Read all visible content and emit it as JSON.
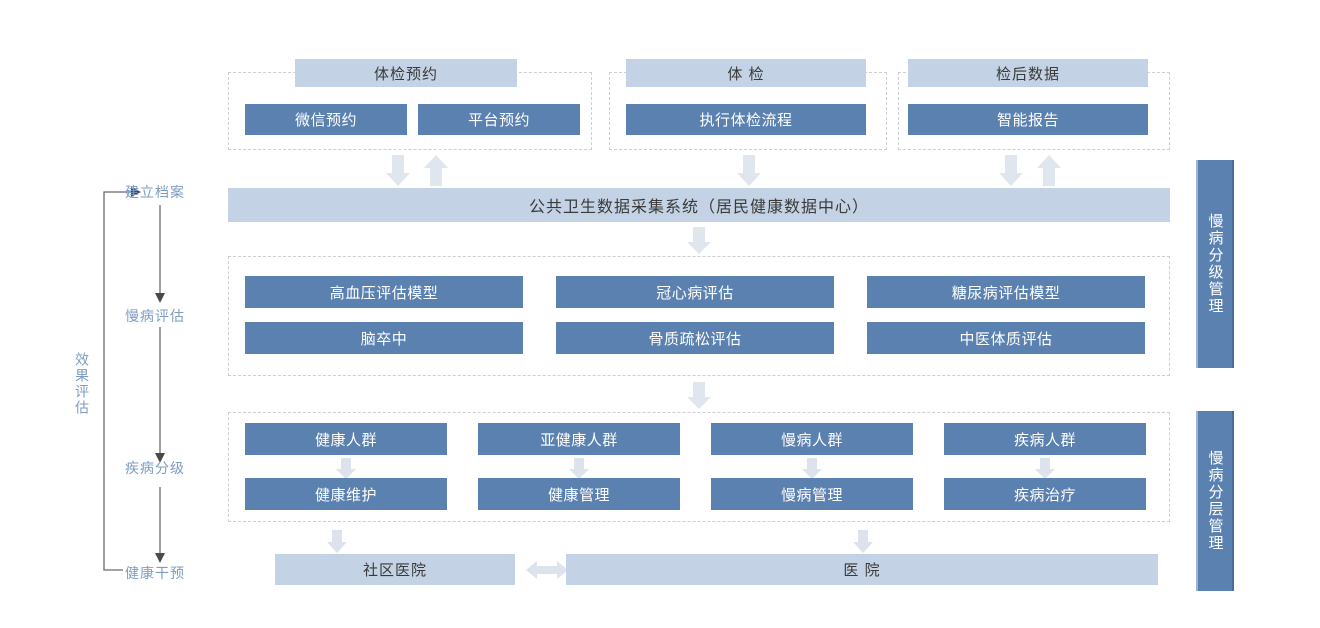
{
  "diagram": {
    "title_present": false,
    "colors": {
      "header_fill": "#c3d3e5",
      "box_fill": "#5b81b0",
      "rail_fill": "#5b81b0",
      "arrow_fill": "#e0e6ee",
      "dash_border": "#cfcfcf",
      "stage_label": "#7d9dc4",
      "line": "#6b6b6b"
    }
  },
  "top_sections": [
    {
      "header": "体检预约",
      "items": [
        "微信预约",
        "平台预约"
      ]
    },
    {
      "header": "体  检",
      "items": [
        "执行体检流程"
      ]
    },
    {
      "header": "检后数据",
      "items": [
        "智能报告"
      ]
    }
  ],
  "hub": {
    "label": "公共卫生数据采集系统（居民健康数据中心）"
  },
  "assessment": {
    "columns": [
      {
        "top": "高血压评估模型",
        "bottom": "脑卒中"
      },
      {
        "top": "冠心病评估",
        "bottom": "骨质疏松评估"
      },
      {
        "top": "糖尿病评估模型",
        "bottom": "中医体质评估"
      }
    ]
  },
  "stratification": {
    "columns": [
      {
        "group": "健康人群",
        "action": "健康维护"
      },
      {
        "group": "亚健康人群",
        "action": "健康管理"
      },
      {
        "group": "慢病人群",
        "action": "慢病管理"
      },
      {
        "group": "疾病人群",
        "action": "疾病治疗"
      }
    ]
  },
  "institutions": [
    {
      "label": "社区医院"
    },
    {
      "label": "医  院"
    }
  ],
  "left_rail": {
    "vertical_label": "效果评估",
    "stages": [
      "建立档案",
      "慢病评估",
      "疾病分级",
      "健康干预"
    ]
  },
  "right_rail": [
    {
      "label": "慢病分级管理"
    },
    {
      "label": "慢病分层管理"
    }
  ],
  "icons": {
    "arrow_down": "arrow-down-icon",
    "arrow_up": "arrow-up-icon",
    "arrow_left_right": "arrow-left-right-icon"
  }
}
